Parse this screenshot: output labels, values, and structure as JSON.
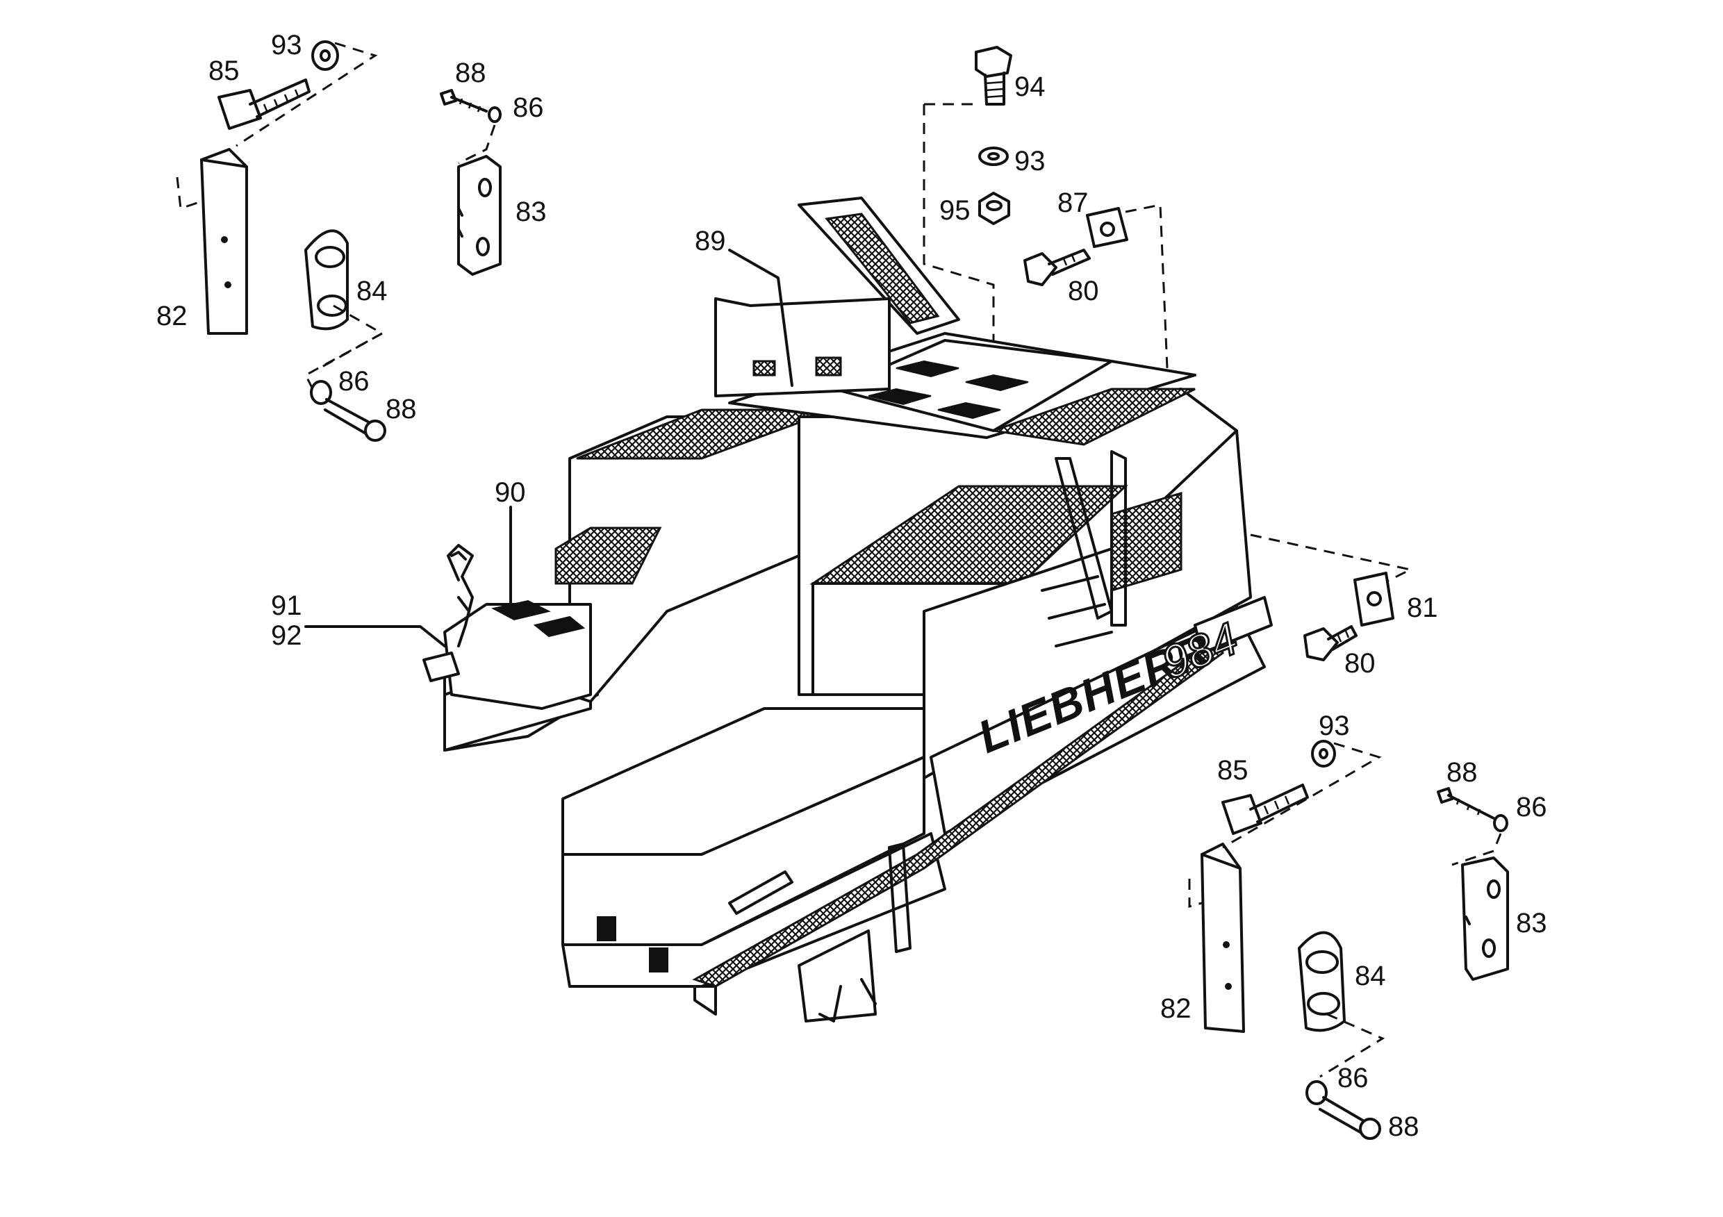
{
  "diagram": {
    "brand_text": "LIEBHERR",
    "model_text": "984",
    "callouts": {
      "c80a": "80",
      "c80b": "80",
      "c81": "81",
      "c82a": "82",
      "c82b": "82",
      "c83a": "83",
      "c83b": "83",
      "c84a": "84",
      "c84b": "84",
      "c85a": "85",
      "c85b": "85",
      "c86a": "86",
      "c86b": "86",
      "c86c": "86",
      "c86d": "86",
      "c87": "87",
      "c88a": "88",
      "c88b": "88",
      "c88c": "88",
      "c88d": "88",
      "c89": "89",
      "c90": "90",
      "c91": "91",
      "c92": "92",
      "c93a": "93",
      "c93b": "93",
      "c93c": "93",
      "c94": "94",
      "c95": "95"
    }
  }
}
